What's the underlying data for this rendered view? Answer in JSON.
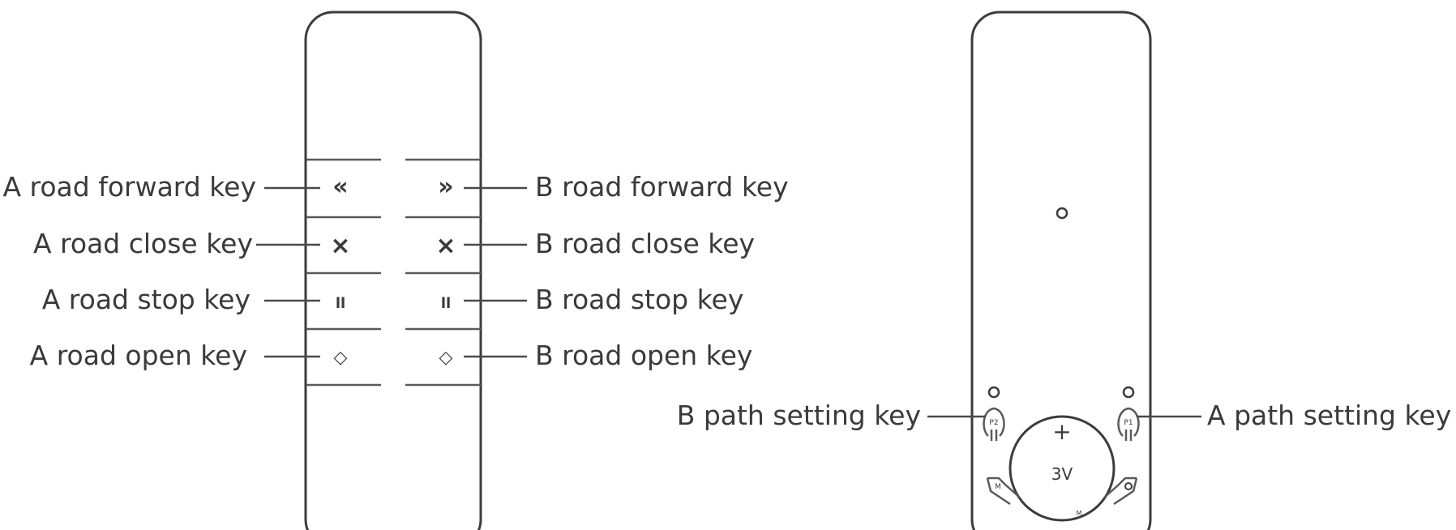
{
  "front_remote": {
    "left_labels": {
      "forward": "A road forward key",
      "close": "A road close key",
      "stop": "A road stop key",
      "open": "A road open key"
    },
    "right_labels": {
      "forward": "B road forward key",
      "close": "B  road close key",
      "stop": "B  road stop key",
      "open": "B  road open key"
    },
    "key_glyphs": {
      "forward_a": "«",
      "forward_b": "»",
      "close": "×",
      "stop": "ll",
      "open": "◇"
    }
  },
  "back_remote": {
    "left_label": "B path setting key",
    "right_label": "A path setting key",
    "battery_plus": "+",
    "battery_voltage": "3V",
    "key_p2": "P2",
    "key_p1": "P1",
    "key_m": "M",
    "bottom_mark": "M"
  }
}
